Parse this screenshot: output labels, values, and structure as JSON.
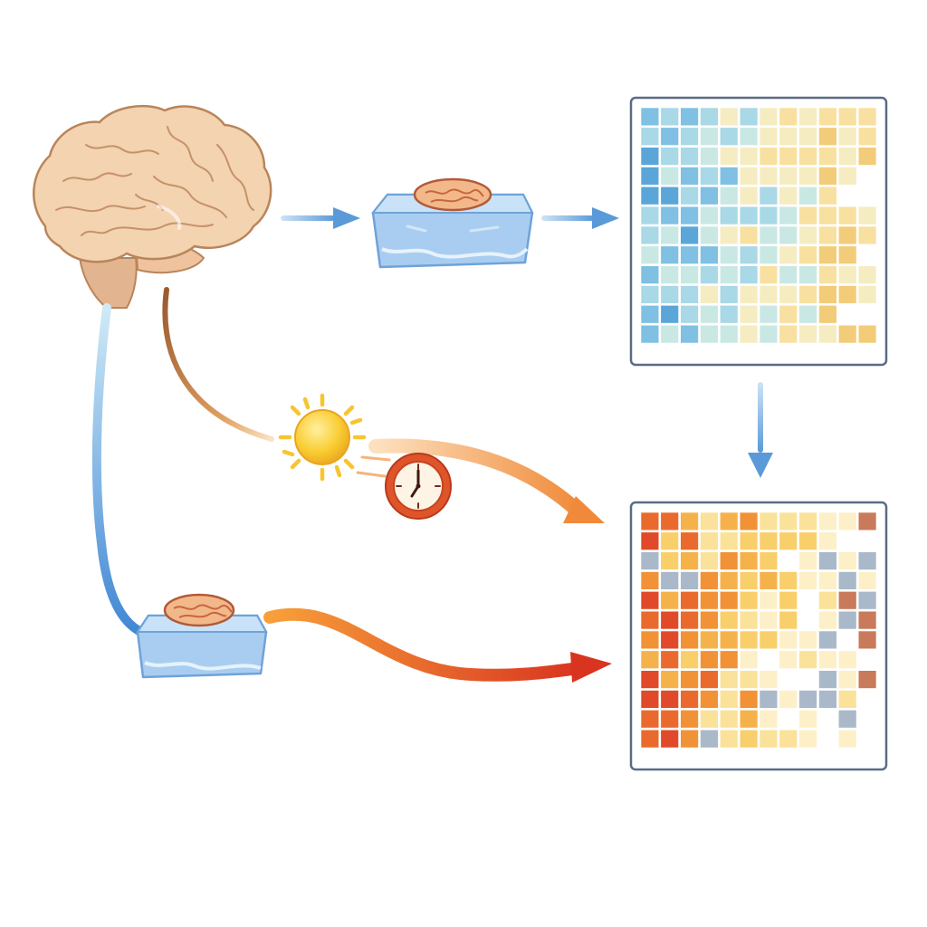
{
  "colors": {
    "brain_fill": "#f3d3b0",
    "brain_stroke": "#b9855a",
    "brain_stem": "#e2b48f",
    "ice_fill": "#a9cdf0",
    "ice_top": "#c9e2f8",
    "ice_stroke": "#6ea3d8",
    "cold_arrow": "#5a9ad8",
    "warm_arrow": "#f08a3a",
    "hot_arrow": "#e0452a",
    "sun": "#f7c531",
    "clock": "#e0542a",
    "heatmap_border": "#5b6b86"
  },
  "icons": {
    "brain": "brain-icon",
    "ice_block": "ice-block-icon",
    "sun": "sun-icon",
    "clock": "clock-icon"
  },
  "heatmaps": {
    "cold": {
      "rows": 12,
      "cols": 12,
      "palette": [
        "#5aa6d9",
        "#7fc0e3",
        "#a9d8e6",
        "#c9e8e4",
        "#f6ecc2",
        "#f8e0a0",
        "#f3cc7a",
        "#ffffff"
      ]
    },
    "warm": {
      "rows": 12,
      "cols": 12,
      "palette": [
        "#e04a2a",
        "#ea6a2e",
        "#f29236",
        "#f6b24a",
        "#f9cf6c",
        "#fbe29a",
        "#fdf0c8",
        "#ffffff",
        "#a9b9c9",
        "#c97a5a"
      ]
    }
  }
}
